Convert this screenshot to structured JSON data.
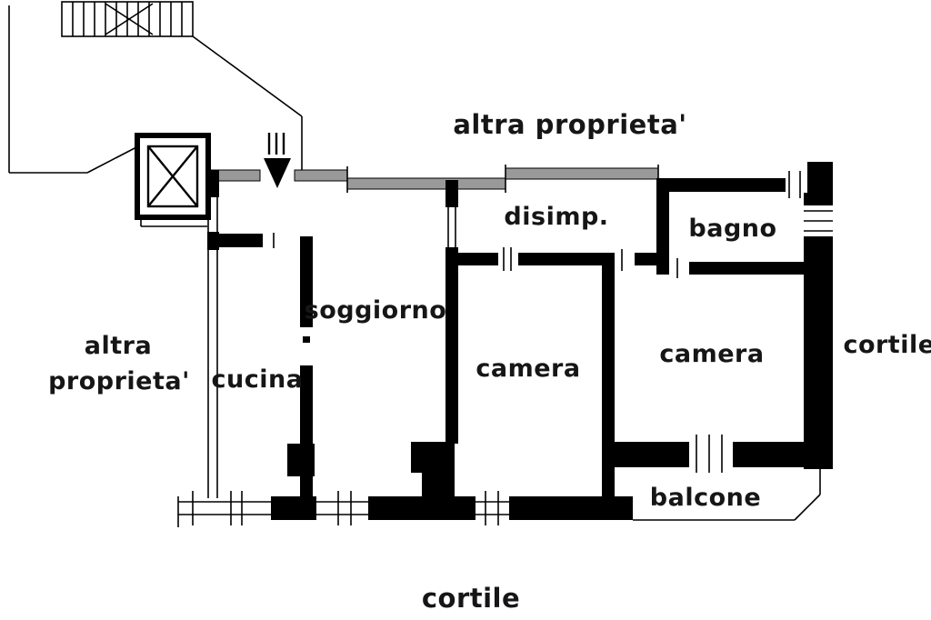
{
  "document": {
    "type": "apartment-floor-plan"
  },
  "labels": {
    "altra_proprieta_top": "altra proprieta'",
    "altra_proprieta_left": [
      "altra",
      "proprieta'"
    ],
    "disimp": "disimp.",
    "bagno": "bagno",
    "soggiorno": "soggiorno",
    "cucina": "cucina",
    "camera_left": "camera",
    "camera_right": "camera",
    "cortile_right": "cortile",
    "cortile_bottom": "cortile",
    "balcone": "balcone"
  },
  "colors": {
    "wall": "#000000",
    "shared_wall": "#999999",
    "background": "#ffffff",
    "text": "#161616"
  }
}
